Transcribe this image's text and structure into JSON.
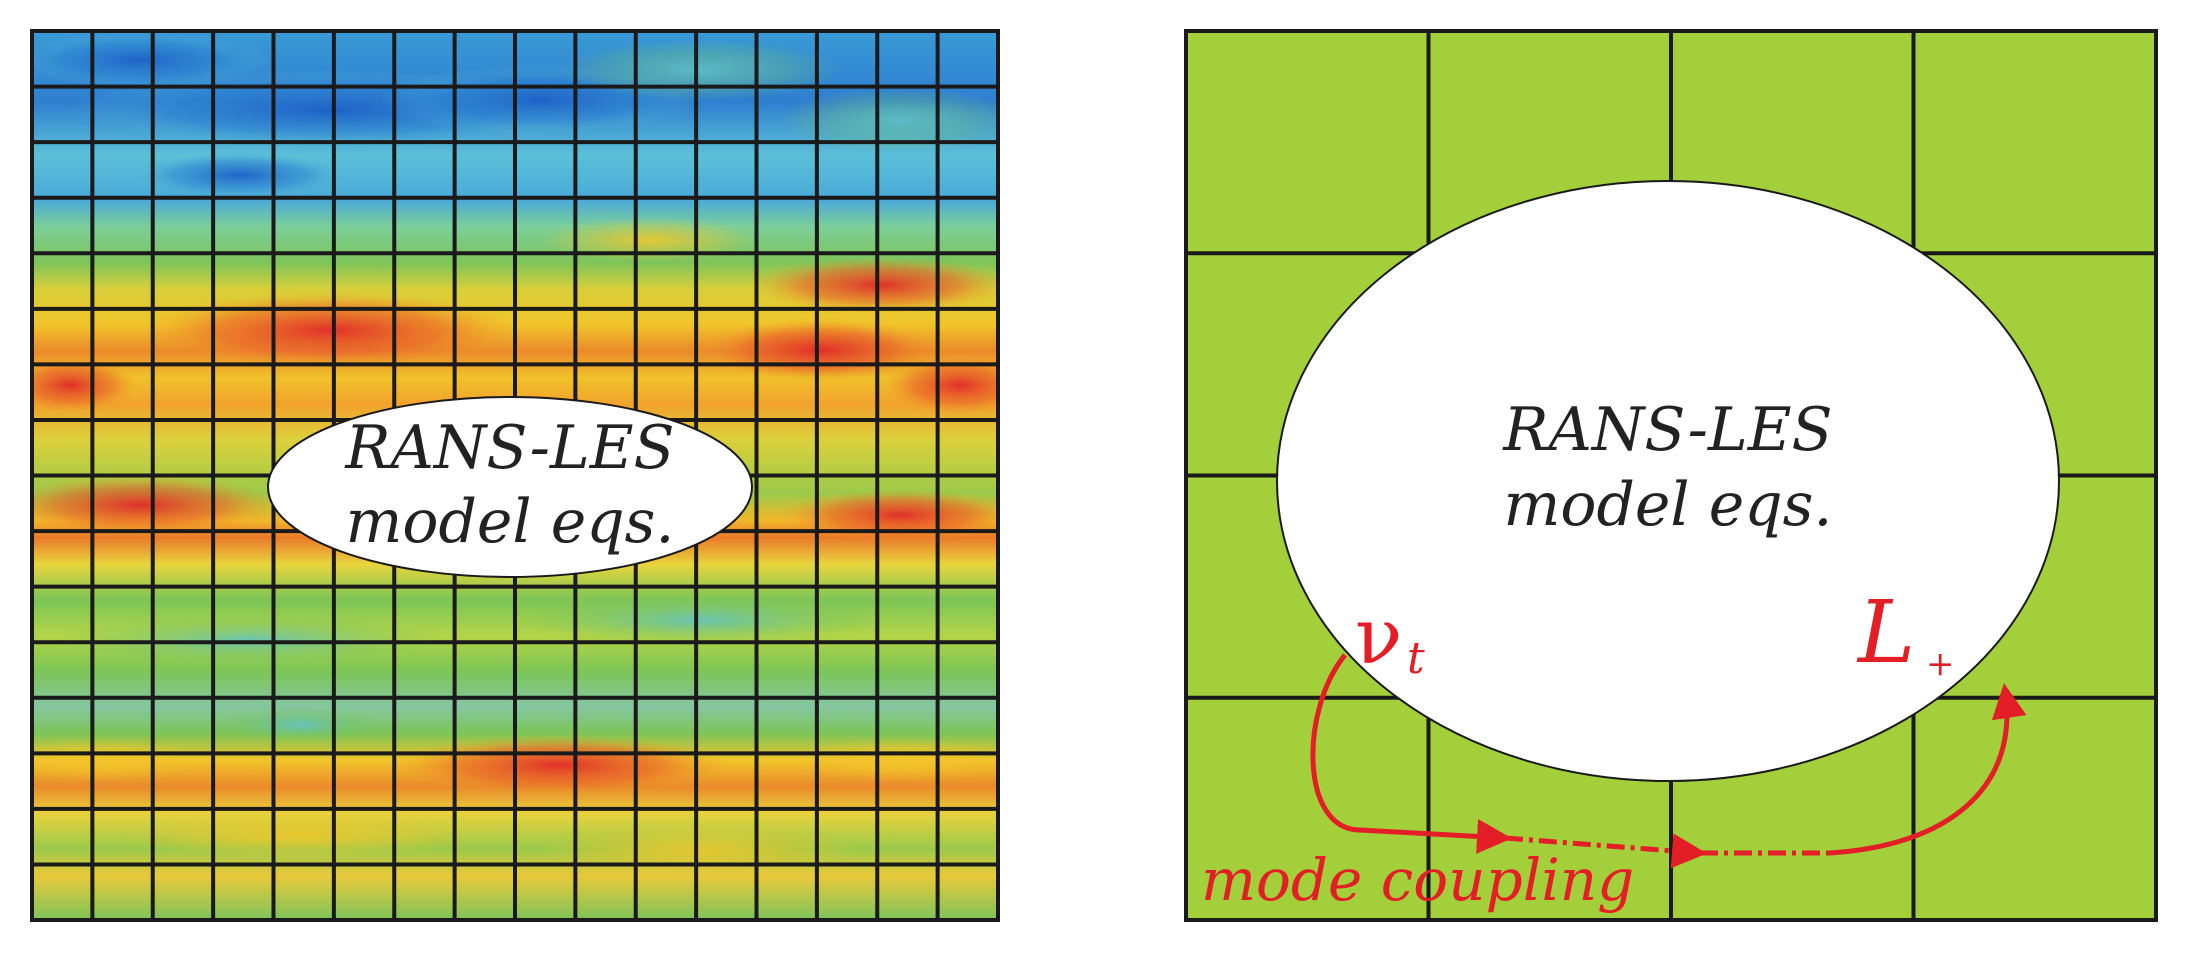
{
  "left_panel": {
    "ellipse_line1": "RANS-LES",
    "ellipse_line2": "model eqs."
  },
  "right_panel": {
    "ellipse_line1": "RANS-LES",
    "ellipse_line2": "model eqs.",
    "nu_symbol": "ν",
    "nu_subscript": "t",
    "l_symbol": "L",
    "l_subscript": "+",
    "coupling_label": "mode coupling"
  },
  "colors": {
    "coarse_cell": "#a3cf3b",
    "grid_line": "#1a1a1a",
    "coupling": "#e41e26"
  }
}
